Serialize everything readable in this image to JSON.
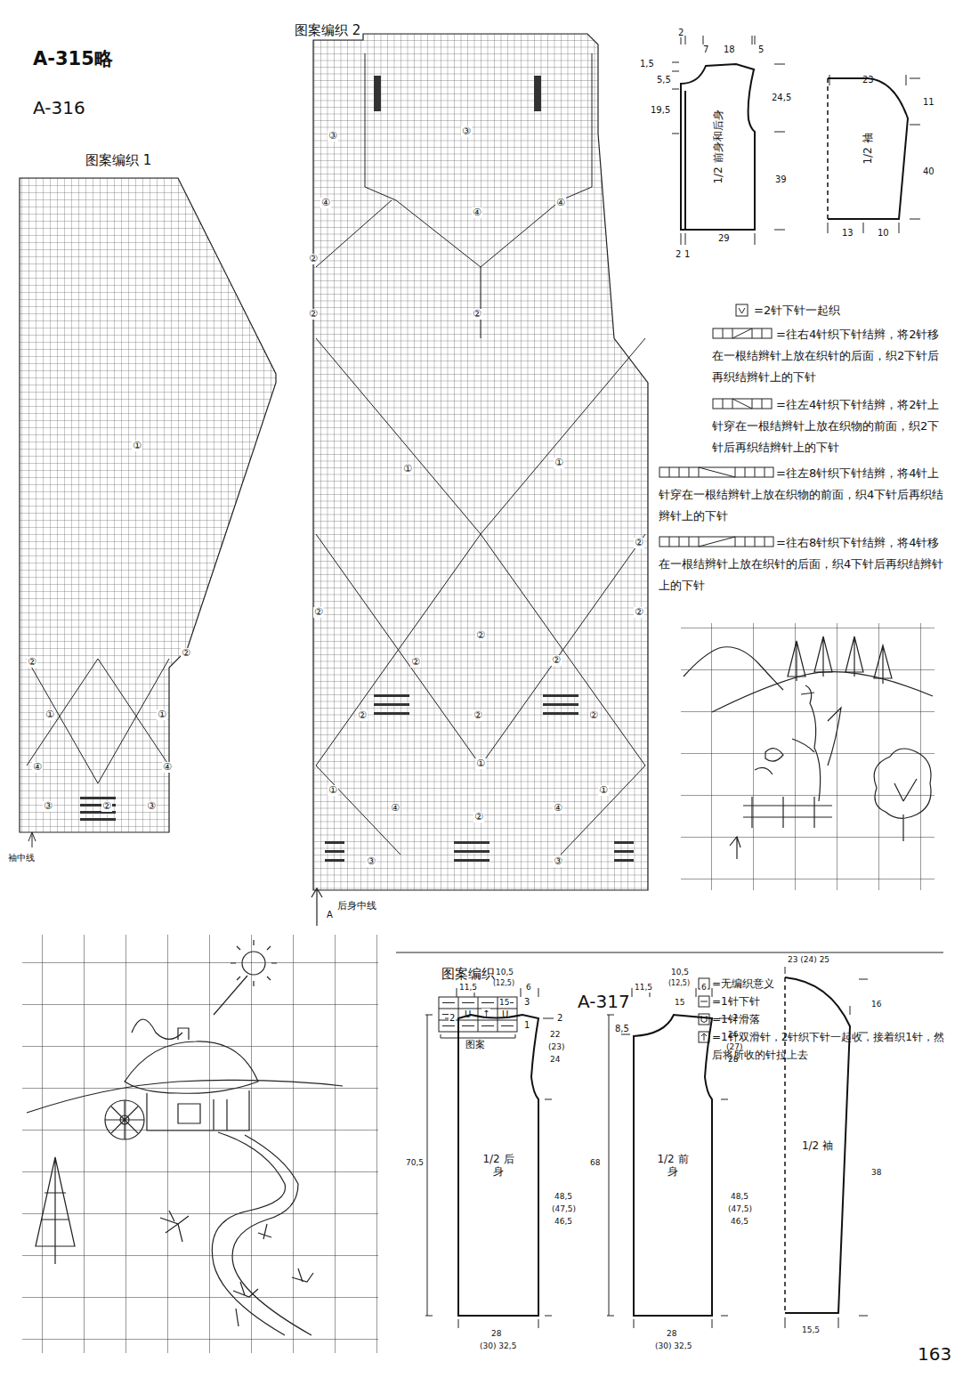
{
  "diagram": {
    "nodes": [
      {
        "text": [
          "1/2 前身和后身"
        ]
      },
      {
        "text": [
          "1/2 袖"
        ]
      },
      {
        "text": [
          "1/2 后身"
        ]
      },
      {
        "text": [
          "1/2 前身"
        ]
      },
      {
        "text": [
          "1/2 袖"
        ]
      }
    ],
    "labels": [
      "A-315略",
      "A-316",
      "图案编织 1",
      "图案编织 2",
      "袖中线",
      "后身中线",
      "A",
      "2",
      "7",
      "18",
      "5",
      "1,5",
      "5,5",
      "19,5",
      "24,5",
      "39",
      "29",
      "2",
      "1",
      "23",
      "11",
      "40",
      "13",
      "10",
      "①",
      "②",
      "①",
      "①",
      "④",
      "④",
      "③",
      "②",
      "③",
      "②",
      "③",
      "③",
      "④",
      "④",
      "④",
      "②",
      "②",
      "②",
      "①",
      "①",
      "②",
      "②",
      "②",
      "②",
      "②",
      "②",
      "②",
      "②",
      "②",
      "①",
      "①",
      "①",
      "④",
      "②",
      "④",
      "③",
      "③",
      "图案编织",
      "A-317",
      "3",
      "1",
      "U",
      "↑",
      "U",
      "图案",
      "10,5",
      "11,5",
      "(12,5)",
      "6",
      "15",
      "2",
      "2",
      "22",
      "(23)",
      "24",
      "70,5",
      "48,5",
      "(47,5)",
      "46,5",
      "28",
      "(30) 32,5",
      "10,5",
      "11,5",
      "(12,5)",
      "6",
      "15",
      "8,5",
      "2",
      "26",
      "(27)",
      "28",
      "68",
      "48,5",
      "(47,5)",
      "46,5",
      "28",
      "(30) 32,5",
      "23 (24) 25",
      "16",
      "38",
      "15,5",
      "163"
    ],
    "legend": [
      {
        "text": "=2针下针一起织"
      },
      {
        "text": "=往右4针织下针结辫，将2针移在一根结辫针上放在织针的后面，织2下针后再织结辫针上的下针"
      },
      {
        "text": "=往左4针织下针结辫，将2针上针穿在一根结辫针上放在织物的前面，织2下针后再织结辫针上的下针"
      },
      {
        "text": "=往左8针织下针结辫，将4针上针穿在一根结辫针上放在织物的前面，织4下针后再织结辫针上的下针"
      },
      {
        "text": "=往右8针织下针结辫，将4针移在一根结辫针上放在织针的后面，织4下针后再织结辫针上的下针"
      },
      {
        "text": "=无编织意义"
      },
      {
        "text": "=1针下针"
      },
      {
        "text": "=1针滑落"
      },
      {
        "text": "=1针双滑针，2针织下针一起收，接着织1针，然后将所收的针拉上去"
      }
    ]
  }
}
